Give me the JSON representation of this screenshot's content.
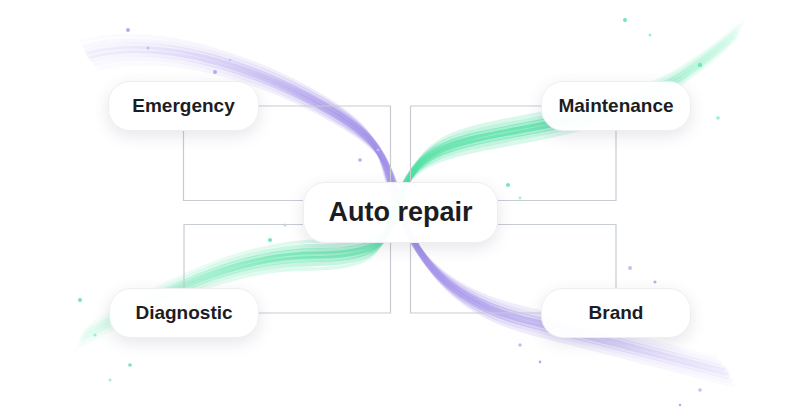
{
  "diagram": {
    "nodes": [
      {
        "text": [
          "Emergency"
        ]
      },
      {
        "text": [
          "Maintenance"
        ]
      },
      {
        "text": [
          "Auto repair"
        ]
      },
      {
        "text": [
          "Diagnostic"
        ]
      },
      {
        "text": [
          "Brand"
        ]
      }
    ],
    "edges": [
      {
        "from": 2,
        "to": 0,
        "arrow": "none"
      },
      {
        "from": 2,
        "to": 1,
        "arrow": "none"
      },
      {
        "from": 2,
        "to": 3,
        "arrow": "none"
      },
      {
        "from": 2,
        "to": 4,
        "arrow": "none"
      }
    ]
  }
}
